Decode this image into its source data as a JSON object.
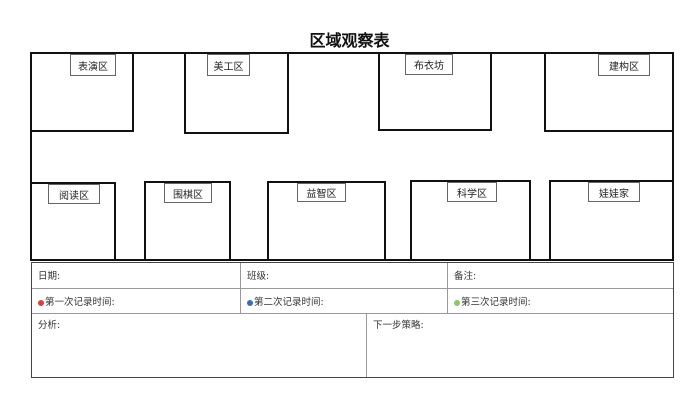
{
  "title": "区域观察表",
  "rooms": {
    "top": [
      "表演区",
      "美工区",
      "布衣坊",
      "建构区"
    ],
    "bottom": [
      "阅读区",
      "围棋区",
      "益智区",
      "科学区",
      "娃娃家"
    ]
  },
  "form": {
    "date": "日期:",
    "class": "班级:",
    "notes": "备注:",
    "first": "第一次记录时间:",
    "second": "第二次记录时间:",
    "third": "第三次记录时间:",
    "analysis": "分析:",
    "strategy": "下一步策略:"
  },
  "colors": {
    "first": "#e03c3c",
    "second": "#3a6fb5",
    "third": "#8dc56a"
  }
}
